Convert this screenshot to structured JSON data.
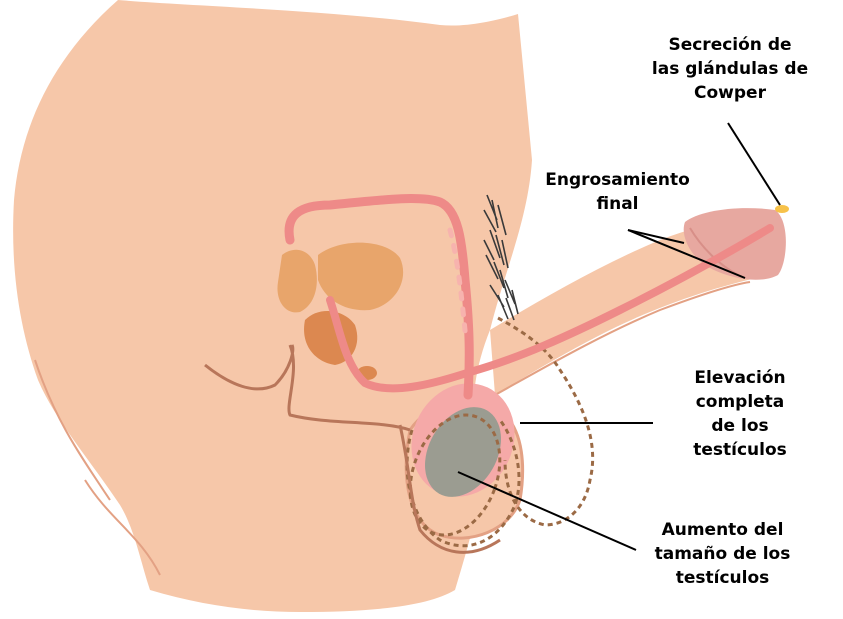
{
  "labels": {
    "cowper": [
      "Secreción de",
      "las glándulas de",
      "Cowper"
    ],
    "engrosamiento": [
      "Engrosamiento",
      "final"
    ],
    "elevacion": [
      "Elevación",
      "completa",
      "de los",
      "testículos"
    ],
    "aumento": [
      "Aumento del",
      "tamaño de los",
      "testículos"
    ]
  },
  "colors": {
    "skin": "#f6c7a9",
    "skin_shadow": "#e3a184",
    "outline": "#b8765a",
    "duct": "#ee8a88",
    "duct_light": "#f7b3ae",
    "prostate": "#e8a56b",
    "prostate_dark": "#dc8850",
    "glans": "#e7a8a0",
    "testis": "#9b9c91",
    "testis_sac": "#f5a9a8",
    "hair": "#3a3a3a",
    "dashed": "#9b6a45",
    "secretion": "#f7c24a"
  }
}
